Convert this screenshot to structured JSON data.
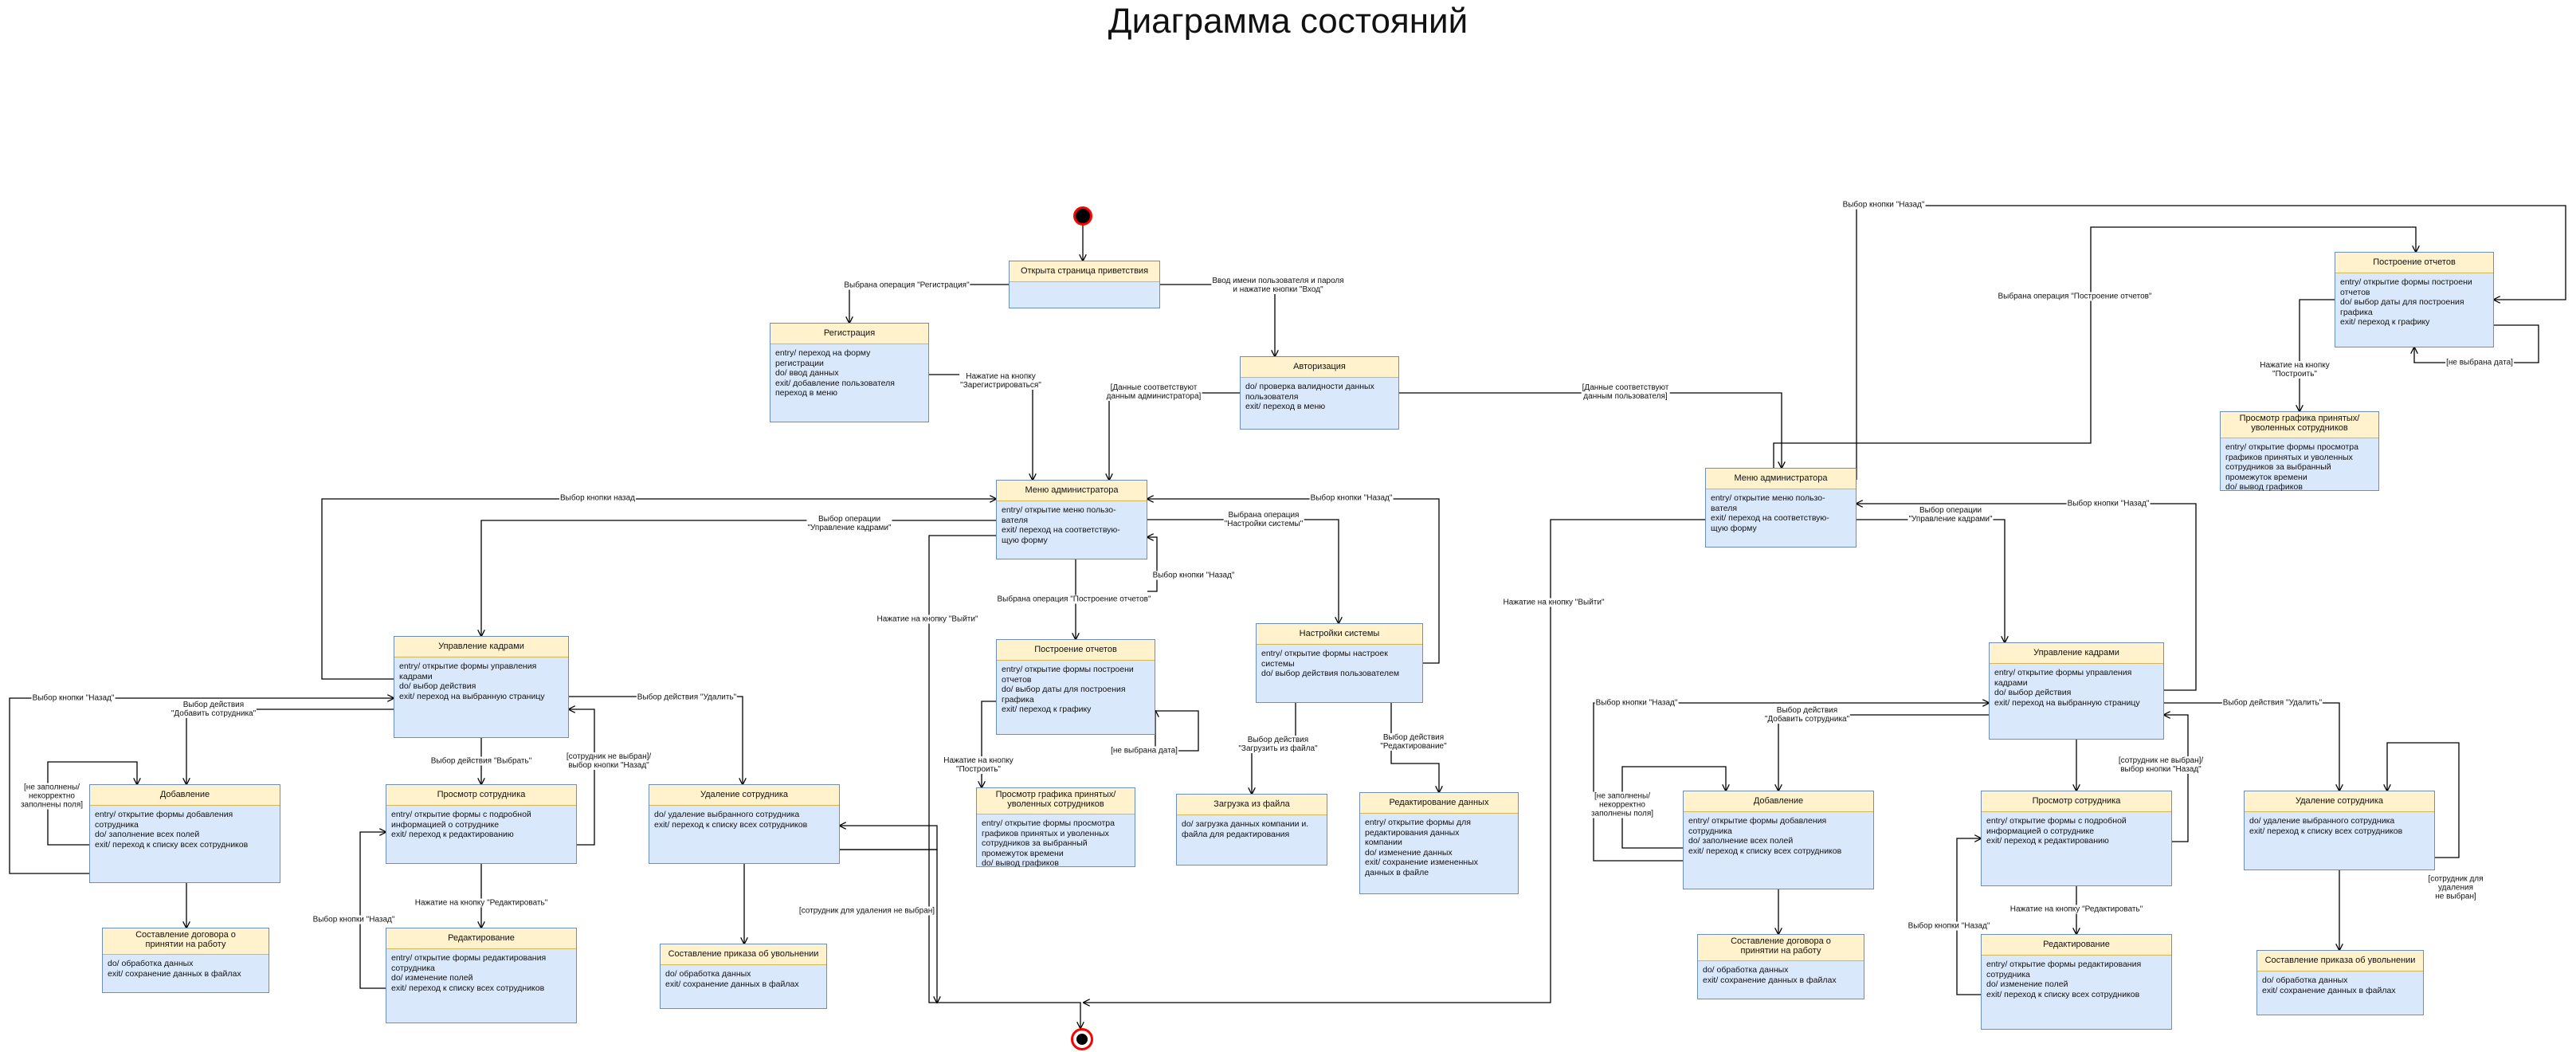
{
  "title": "Диаграмма состояний",
  "states": [
    {
      "id": "welcome",
      "name": "Открыта страница приветствия",
      "body": ""
    },
    {
      "id": "reg",
      "name": "Регистрация",
      "body": "entry/ переход на форму\nрегистрации\ndo/ ввод данных\nexit/ добавление пользователя\n        переход в меню"
    },
    {
      "id": "auth",
      "name": "Авторизация",
      "body": "do/ проверка валидности данных\nпользователя\nexit/ переход в меню"
    },
    {
      "id": "adminmenu",
      "name": "Меню администратора",
      "body": "entry/ открытие меню пользо-\nвателя\nexit/ переход на соответствую-\nщую форму"
    },
    {
      "id": "hr1",
      "name": "Управление кадрами",
      "body": "entry/ открытие формы управления\nкадрами\ndo/ выбор действия\nexit/ переход на выбранную страницу"
    },
    {
      "id": "rep1",
      "name": "Построение отчетов",
      "body": "entry/ открытие формы построени\nотчетов\ndo/ выбор даты для построения\nграфика\nexit/ переход к графику"
    },
    {
      "id": "settings",
      "name": "Настройки системы",
      "body": "entry/ открытие формы настроек\nсистемы\ndo/ выбор действия пользователем"
    },
    {
      "id": "add1",
      "name": "Добавление",
      "body": "entry/ открытие формы добавления\nсотрудника\ndo/ заполнение всех полей\nexit/ переход к списку всех сотрудников"
    },
    {
      "id": "view1",
      "name": "Просмотр сотрудника",
      "body": "entry/ открытие формы с подробной\nинформацией о сотруднике\nexit/ переход к редактированию"
    },
    {
      "id": "del1",
      "name": "Удаление сотрудника",
      "body": "do/ удаление выбранного сотрудника\nexit/ переход к списку всех сотрудников"
    },
    {
      "id": "contract1",
      "name": "Составление договора о\nпринятии на работу",
      "body": "do/ обработка данных\nexit/ сохранение данных в файлах"
    },
    {
      "id": "edit1",
      "name": "Редактирование",
      "body": "entry/ открытие формы редактирования\nсотрудника\ndo/ изменение полей\nexit/ переход к списку всех сотрудников"
    },
    {
      "id": "order1",
      "name": "Составление приказа об увольнении",
      "body": "do/ обработка данных\nexit/ сохранение данных в файлах"
    },
    {
      "id": "chart1",
      "name": "Просмотр графика принятых/\nуволенных сотрудников",
      "body": "entry/ открытие формы просмотра\nграфиков принятых и уволенных\nсотрудников за выбранный\nпромежуток времени\ndo/ вывод графиков"
    },
    {
      "id": "load",
      "name": "Загрузка из файла",
      "body": "do/ загрузка данных компании и.\nфайла для редактирования"
    },
    {
      "id": "editdata",
      "name": "Редактирование данных",
      "body": "entry/ открытие формы для\nредактирования данных\nкомпании\ndo/ изменение данных\nexit/ сохранение измененных\nданных в файле"
    },
    {
      "id": "mgrmenu",
      "name": "Меню администратора",
      "body": "entry/ открытие меню пользо-\nвателя\nexit/ переход на соответствую-\nщую форму"
    },
    {
      "id": "hr2",
      "name": "Управление кадрами",
      "body": "entry/ открытие формы управления\nкадрами\ndo/ выбор действия\nexit/ переход на выбранную страницу"
    },
    {
      "id": "add2",
      "name": "Добавление",
      "body": "entry/ открытие формы добавления\nсотрудника\ndo/ заполнение всех полей\nexit/ переход к списку всех сотрудников"
    },
    {
      "id": "view2",
      "name": "Просмотр сотрудника",
      "body": "entry/ открытие формы с подробной\nинформацией о сотруднике\nexit/ переход к редактированию"
    },
    {
      "id": "del2",
      "name": "Удаление сотрудника",
      "body": "do/ удаление выбранного сотрудника\nexit/ переход к списку всех сотрудников"
    },
    {
      "id": "contract2",
      "name": "Составление договора о\nпринятии на работу",
      "body": "do/ обработка данных\nexit/ сохранение данных в файлах"
    },
    {
      "id": "edit2",
      "name": "Редактирование",
      "body": "entry/ открытие формы редактирования\nсотрудника\ndo/ изменение полей\nexit/ переход к списку всех сотрудников"
    },
    {
      "id": "order2",
      "name": "Составление приказа об увольнении",
      "body": "do/ обработка данных\nexit/ сохранение данных в файлах"
    },
    {
      "id": "rep2",
      "name": "Построение отчетов",
      "body": "entry/ открытие формы построени\nотчетов\ndo/ выбор даты для построения\nграфика\nexit/ переход к графику"
    },
    {
      "id": "chart2",
      "name": "Просмотр графика принятых/\nуволенных сотрудников",
      "body": "entry/ открытие формы просмотра\nграфиков принятых и уволенных\nсотрудников за выбранный\nпромежуток времени\ndo/ вывод графиков"
    }
  ],
  "transitions": [
    {
      "id": "t_reg",
      "label": "Выбрана операция \"Регистрация\""
    },
    {
      "id": "t_login",
      "label": "Ввод имени пользователя и пароля\nи нажатие кнопки \"Вход\""
    },
    {
      "id": "t_regbtn",
      "label": "Нажатие на кнопку\n\"Зарегистрироваться\""
    },
    {
      "id": "t_admin",
      "label": "[Данные соответствуют\nданным администратора]"
    },
    {
      "id": "t_user",
      "label": "[Данные соответствуют\nданным пользователя]"
    },
    {
      "id": "t_back_hr1",
      "label": "Выбор кнопки назад"
    },
    {
      "id": "t_op_hr1",
      "label": "Выбор операции\n\"Управление кадрами\""
    },
    {
      "id": "t_op_settings",
      "label": "Выбрана операция\n\"Настройки системы\""
    },
    {
      "id": "t_back_settings",
      "label": "Выбор кнопки \"Назад\""
    },
    {
      "id": "t_back_rep1",
      "label": "Выбор кнопки \"Назад\""
    },
    {
      "id": "t_op_rep1",
      "label": "Выбрана операция \"Построение отчетов\""
    },
    {
      "id": "t_exit1",
      "label": "Нажатие на кнопку \"Выйти\""
    },
    {
      "id": "t_back_add1",
      "label": "Выбор кнопки \"Назад\""
    },
    {
      "id": "t_add1",
      "label": "Выбор действия\n\"Добавить сотрудника\""
    },
    {
      "id": "t_del1",
      "label": "Выбор действия \"Удалить\""
    },
    {
      "id": "t_guard_add1",
      "label": "[не заполнены/\nнекорректно\nзаполнены поля]"
    },
    {
      "id": "t_sel1",
      "label": "Выбор действия \"Выбрать\""
    },
    {
      "id": "t_guard_view1",
      "label": "[сотрудник не выбран]/\nвыбор кнопки \"Назад\""
    },
    {
      "id": "t_edit1",
      "label": "Нажатие на кнопку \"Редактировать\""
    },
    {
      "id": "t_back_edit1",
      "label": "Выбор кнопки \"Назад\""
    },
    {
      "id": "t_guard_del1",
      "label": "[сотрудник для удаления не выбран]"
    },
    {
      "id": "t_build1",
      "label": "Нажатие на кнопку\n\"Построить\""
    },
    {
      "id": "t_nodate1",
      "label": "[не выбрана дата]"
    },
    {
      "id": "t_load",
      "label": "Выбор действия\n\"Загрузить из файла\""
    },
    {
      "id": "t_editdata",
      "label": "Выбор действия\n\"Редактирование\""
    },
    {
      "id": "t_back_top",
      "label": "Выбор кнопки \"Назад\""
    },
    {
      "id": "t_op_rep2",
      "label": "Выбрана операция \"Построение отчетов\""
    },
    {
      "id": "t_build2",
      "label": "Нажатие на кнопку\n\"Построить\""
    },
    {
      "id": "t_nodate2",
      "label": "[не выбрана дата]"
    },
    {
      "id": "t_op_hr2",
      "label": "Выбор операции\n\"Управление кадрами\""
    },
    {
      "id": "t_back_hr2",
      "label": "Выбор кнопки \"Назад\""
    },
    {
      "id": "t_exit2",
      "label": "Нажатие на кнопку \"Выйти\""
    },
    {
      "id": "t_back_add2",
      "label": "Выбор кнопки \"Назад\""
    },
    {
      "id": "t_add2",
      "label": "Выбор действия\n\"Добавить сотрудника\""
    },
    {
      "id": "t_guard_add2",
      "label": "[не заполнены/\nнекорректно\nзаполнены поля]"
    },
    {
      "id": "t_del2",
      "label": "Выбор действия \"Удалить\""
    },
    {
      "id": "t_guard_view2",
      "label": "[сотрудник не выбран]/\nвыбор кнопки \"Назад\""
    },
    {
      "id": "t_edit2",
      "label": "Нажатие на кнопку \"Редактировать\""
    },
    {
      "id": "t_back_edit2",
      "label": "Выбор кнопки \"Назад\""
    },
    {
      "id": "t_guard_del2",
      "label": "[сотрудник для\nудаления\nне выбран]"
    }
  ]
}
